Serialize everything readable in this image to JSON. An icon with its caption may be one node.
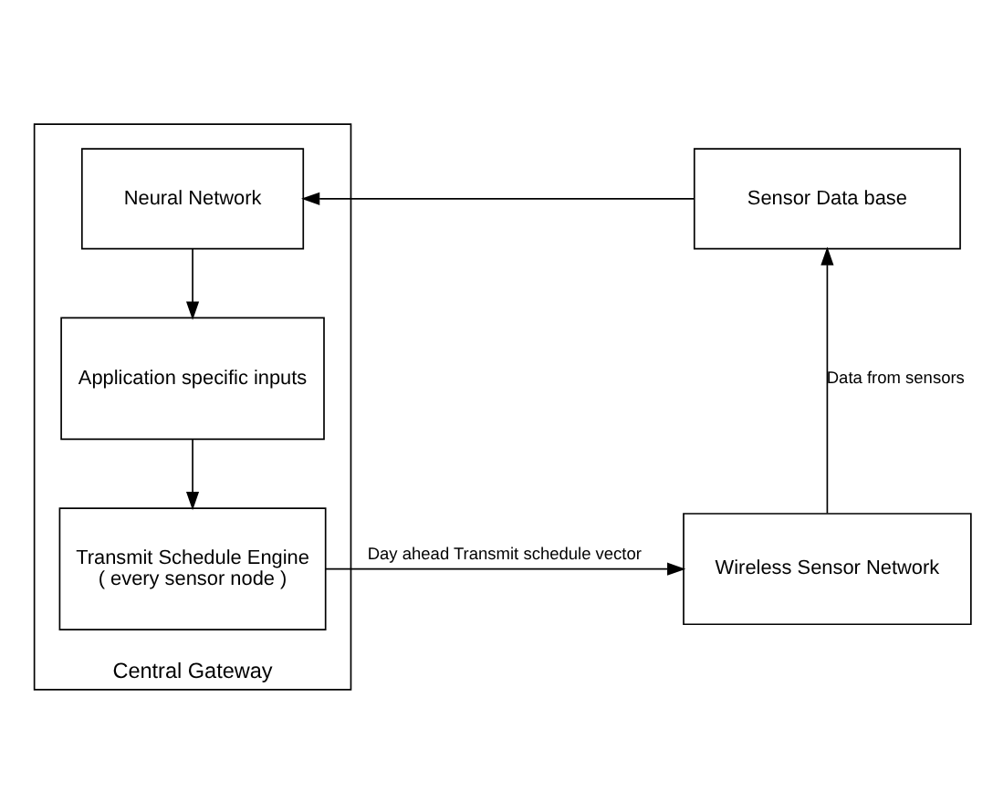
{
  "diagram": {
    "nodes": [
      {
        "text": [
          "Central Gateway"
        ]
      },
      {
        "text": [
          "Sensor Data base"
        ]
      },
      {
        "text": [
          "Neural Network"
        ],
        "in": 0
      },
      {
        "text": [
          "Application specific inputs"
        ],
        "in": 0
      },
      {
        "text": [
          "Transmit Schedule Engine",
          "( every sensor node )"
        ],
        "in": 0
      },
      {
        "text": [
          "Wireless Sensor Network"
        ]
      }
    ],
    "edges": [
      {
        "from": 1,
        "to": 2,
        "arrow": "to"
      },
      {
        "from": 2,
        "to": 3,
        "arrow": "to"
      },
      {
        "from": 3,
        "to": 4,
        "arrow": "to"
      },
      {
        "from": 4,
        "to": 5,
        "arrow": "to",
        "label": "Day ahead Transmit schedule vector"
      },
      {
        "from": 5,
        "to": 1,
        "arrow": "to",
        "label": "Data from sensors"
      }
    ]
  }
}
